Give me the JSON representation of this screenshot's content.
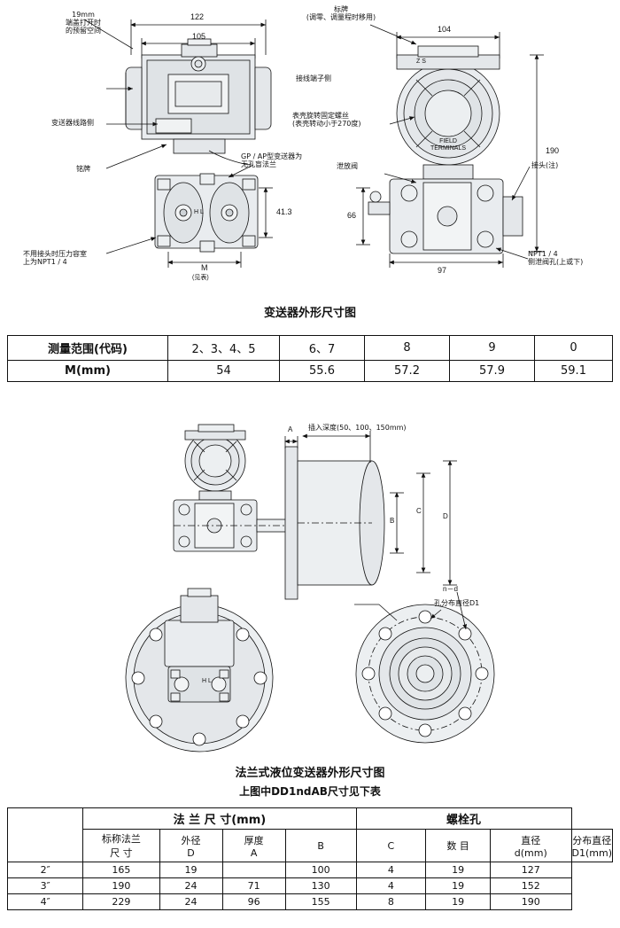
{
  "figure1": {
    "title": "变送器外形尺寸图",
    "dimensions": {
      "d122": "122",
      "d105": "105",
      "d19mm": "19mm",
      "d41_3": "41.3",
      "dM": "M",
      "dM_note": "(见表)",
      "d104": "104",
      "d190": "190",
      "d66": "66",
      "d97": "97"
    },
    "labels": {
      "cap_clearance": "19mm\n端盖打开时\n的预留空间",
      "transmitter_wiring_side": "变送器线路侧",
      "nameplate": "铭牌",
      "terminal_side": "接线端子侧",
      "gp_ap_note": "GP / AP型变送器为\n无孔盲法兰",
      "npt_note": "不用接头时压力容室\n上为NPT1 / 4",
      "tag_plate": "标牌\n(调零、调量程时移用)",
      "cover_lock_screw": "表壳旋转固定螺丝\n(表壳转动小于270度)",
      "drain_valve": "泄放阀",
      "connector_note": "接头(注)",
      "npt_side_vent": "NPT1 / 4\n侧泄阀孔(上或下)",
      "field_terminals": "FIELD\nTERMINALS",
      "letters_zs": "Z         S",
      "letters_hl": "H  L"
    }
  },
  "table1": {
    "rows": [
      {
        "header": "测量范围(代码)",
        "cells": [
          "2、3、4、5",
          "6、7",
          "8",
          "9",
          "0"
        ]
      },
      {
        "header": "M(mm)",
        "cells": [
          "54",
          "55.6",
          "57.2",
          "57.9",
          "59.1"
        ]
      }
    ]
  },
  "figure2": {
    "title": "法兰式液位变送器外形尺寸图",
    "subtitle": "上图中DD1ndAB尺寸见下表",
    "labels": {
      "insert_depth": "插入深度(50、100、150mm)",
      "dim_A": "A",
      "dim_B": "B",
      "dim_C": "C",
      "dim_D": "D",
      "n_d": "n－d",
      "hole_circle": "孔分布直径D1",
      "letters_hl": "H L"
    }
  },
  "table2": {
    "group_headers": [
      "法 兰 尺 寸(mm)",
      "螺栓孔"
    ],
    "col_headers": [
      "标称法兰\n尺 寸",
      "外径\nD",
      "厚度\nA",
      "B",
      "C",
      "数 目",
      "直径\nd(mm)",
      "分布直径\nD1(mm)"
    ],
    "col_headers_flat": {
      "c0_l1": "标称法兰",
      "c0_l2": "尺 寸",
      "c1_l1": "外径",
      "c1_l2": "D",
      "c2_l1": "厚度",
      "c2_l2": "A",
      "c3": "B",
      "c4": "C",
      "c5": "数 目",
      "c6_l1": "直径",
      "c6_l2": "d(mm)",
      "c7_l1": "分布直径",
      "c7_l2": "D1(mm)"
    },
    "rows": [
      [
        "2″",
        "165",
        "19",
        "",
        "100",
        "4",
        "19",
        "127"
      ],
      [
        "3″",
        "190",
        "24",
        "71",
        "130",
        "4",
        "19",
        "152"
      ],
      [
        "4″",
        "229",
        "24",
        "96",
        "155",
        "8",
        "19",
        "190"
      ]
    ]
  }
}
